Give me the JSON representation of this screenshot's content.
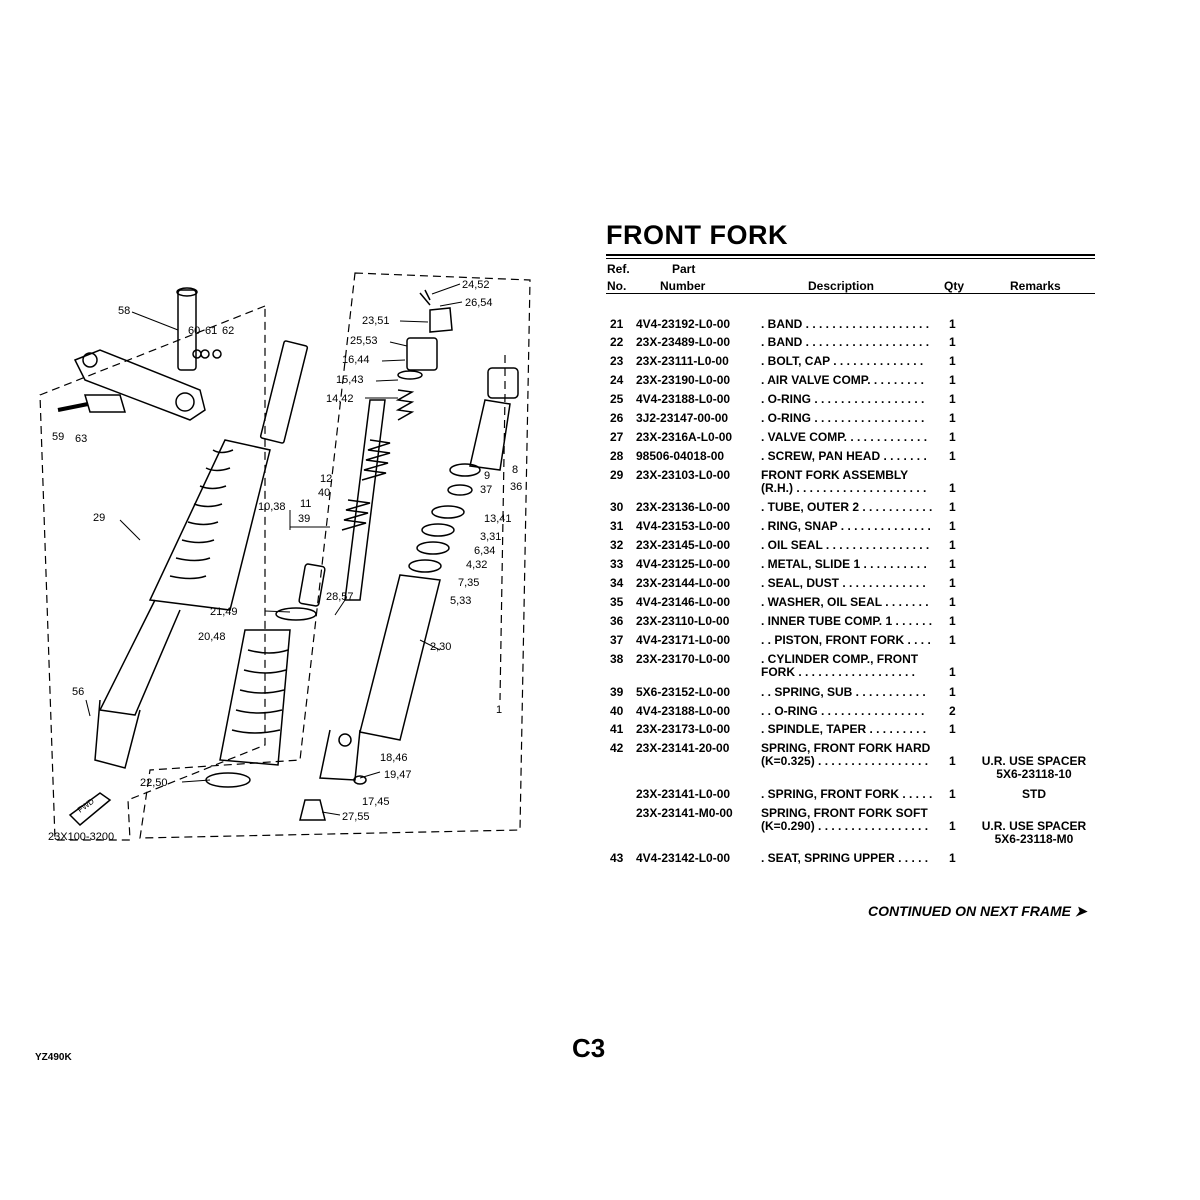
{
  "title": "FRONT FORK",
  "columns": {
    "ref_line1": "Ref.",
    "ref_line2": "No.",
    "part_line1": "Part",
    "part_line2": "Number",
    "description": "Description",
    "qty": "Qty",
    "remarks": "Remarks"
  },
  "rows": [
    {
      "ref": "21",
      "part": "4V4-23192-L0-00",
      "desc": ". BAND  . . . . . . . . . . . . . . . . . . .",
      "qty": "1",
      "remarks": ""
    },
    {
      "ref": "22",
      "part": "23X-23489-L0-00",
      "desc": ". BAND  . . . . . . . . . . . . . . . . . . .",
      "qty": "1",
      "remarks": ""
    },
    {
      "ref": "23",
      "part": "23X-23111-L0-00",
      "desc": ". BOLT, CAP  . . . . . . . . . . . . . .",
      "qty": "1",
      "remarks": ""
    },
    {
      "ref": "24",
      "part": "23X-23190-L0-00",
      "desc": ". AIR VALVE COMP.  . . . . . . . .",
      "qty": "1",
      "remarks": ""
    },
    {
      "ref": "25",
      "part": "4V4-23188-L0-00",
      "desc": ". O-RING  . . . . . . . . . . . . . . . . .",
      "qty": "1",
      "remarks": ""
    },
    {
      "ref": "26",
      "part": "3J2-23147-00-00",
      "desc": ". O-RING  . . . . . . . . . . . . . . . . .",
      "qty": "1",
      "remarks": ""
    },
    {
      "ref": "27",
      "part": "23X-2316A-L0-00",
      "desc": ". VALVE COMP.  . . . . . . . . . . . .",
      "qty": "1",
      "remarks": ""
    },
    {
      "ref": "28",
      "part": "98506-04018-00",
      "desc": ". SCREW, PAN HEAD  . . . . . . .",
      "qty": "1",
      "remarks": ""
    },
    {
      "ref": "29",
      "part": "23X-23103-L0-00",
      "desc": "FRONT FORK ASSEMBLY",
      "desc2": "(R.H.)  . . . . . . . . . . . . . . . . . . . .",
      "qty": "1",
      "remarks": ""
    },
    {
      "ref": "30",
      "part": "23X-23136-L0-00",
      "desc": ". TUBE, OUTER 2  . . . . . . . . . . .",
      "qty": "1",
      "remarks": ""
    },
    {
      "ref": "31",
      "part": "4V4-23153-L0-00",
      "desc": ". RING, SNAP  . . . . . . . . . . . . . .",
      "qty": "1",
      "remarks": ""
    },
    {
      "ref": "32",
      "part": "23X-23145-L0-00",
      "desc": ". OIL SEAL  . . . . . . . . . . . . . . . .",
      "qty": "1",
      "remarks": ""
    },
    {
      "ref": "33",
      "part": "4V4-23125-L0-00",
      "desc": ". METAL, SLIDE 1  . . . . . . . . . .",
      "qty": "1",
      "remarks": ""
    },
    {
      "ref": "34",
      "part": "23X-23144-L0-00",
      "desc": ". SEAL, DUST  . . . . . . . . . . . . .",
      "qty": "1",
      "remarks": ""
    },
    {
      "ref": "35",
      "part": "4V4-23146-L0-00",
      "desc": ". WASHER, OIL SEAL  . . . . . . .",
      "qty": "1",
      "remarks": ""
    },
    {
      "ref": "36",
      "part": "23X-23110-L0-00",
      "desc": ". INNER TUBE COMP. 1  . . . . . .",
      "qty": "1",
      "remarks": ""
    },
    {
      "ref": "37",
      "part": "4V4-23171-L0-00",
      "desc": ". . PISTON, FRONT FORK  . . . .",
      "qty": "1",
      "remarks": ""
    },
    {
      "ref": "38",
      "part": "23X-23170-L0-00",
      "desc": ". CYLINDER COMP., FRONT",
      "desc2": "  FORK  . . . . . . . . . . . . . . . . . .",
      "qty": "1",
      "remarks": ""
    },
    {
      "ref": "39",
      "part": "5X6-23152-L0-00",
      "desc": ". . SPRING, SUB  . . . . . . . . . . .",
      "qty": "1",
      "remarks": ""
    },
    {
      "ref": "40",
      "part": "4V4-23188-L0-00",
      "desc": ". . O-RING  . . . . . . . . . . . . . . . .",
      "qty": "2",
      "remarks": ""
    },
    {
      "ref": "41",
      "part": "23X-23173-L0-00",
      "desc": ". SPINDLE, TAPER  . . . . . . . . .",
      "qty": "1",
      "remarks": ""
    },
    {
      "ref": "42",
      "part": "23X-23141-20-00",
      "desc": "SPRING, FRONT FORK HARD",
      "desc2": "(K=0.325)  . . . . . . . . . . . . . . . . .",
      "qty": "1",
      "remarks": "U.R. USE SPACER",
      "remarks2": "5X6-23118-10"
    },
    {
      "ref": "",
      "part": "23X-23141-L0-00",
      "desc": ". SPRING, FRONT FORK  . . . . .",
      "qty": "1",
      "remarks": "STD"
    },
    {
      "ref": "",
      "part": "23X-23141-M0-00",
      "desc": "SPRING, FRONT FORK SOFT",
      "desc2": "(K=0.290)  . . . . . . . . . . . . . . . . .",
      "qty": "1",
      "remarks": "U.R. USE SPACER",
      "remarks2": "5X6-23118-M0"
    },
    {
      "ref": "43",
      "part": "4V4-23142-L0-00",
      "desc": ". SEAT, SPRING UPPER  . . . . .",
      "qty": "1",
      "remarks": ""
    }
  ],
  "continued": "CONTINUED ON NEXT FRAME ➤",
  "page_code": "C3",
  "doc_code": "YZ490K",
  "diagram": {
    "callouts": [
      "58",
      "60",
      "61",
      "62",
      "59",
      "63",
      "29",
      "56",
      "24,52",
      "26,54",
      "23,51",
      "25,53",
      "16,44",
      "15,43",
      "14,42",
      "12",
      "40",
      "10,38",
      "11",
      "39",
      "21,49",
      "20,48",
      "28,57",
      "22,50",
      "8",
      "9",
      "37",
      "36",
      "13,41",
      "3,31",
      "6,34",
      "4,32",
      "7,35",
      "5,33",
      "2,30",
      "1",
      "18,46",
      "19,47",
      "17,45",
      "27,55"
    ],
    "fwd_label": "FWD",
    "drawing_code": "23X100-3200"
  }
}
